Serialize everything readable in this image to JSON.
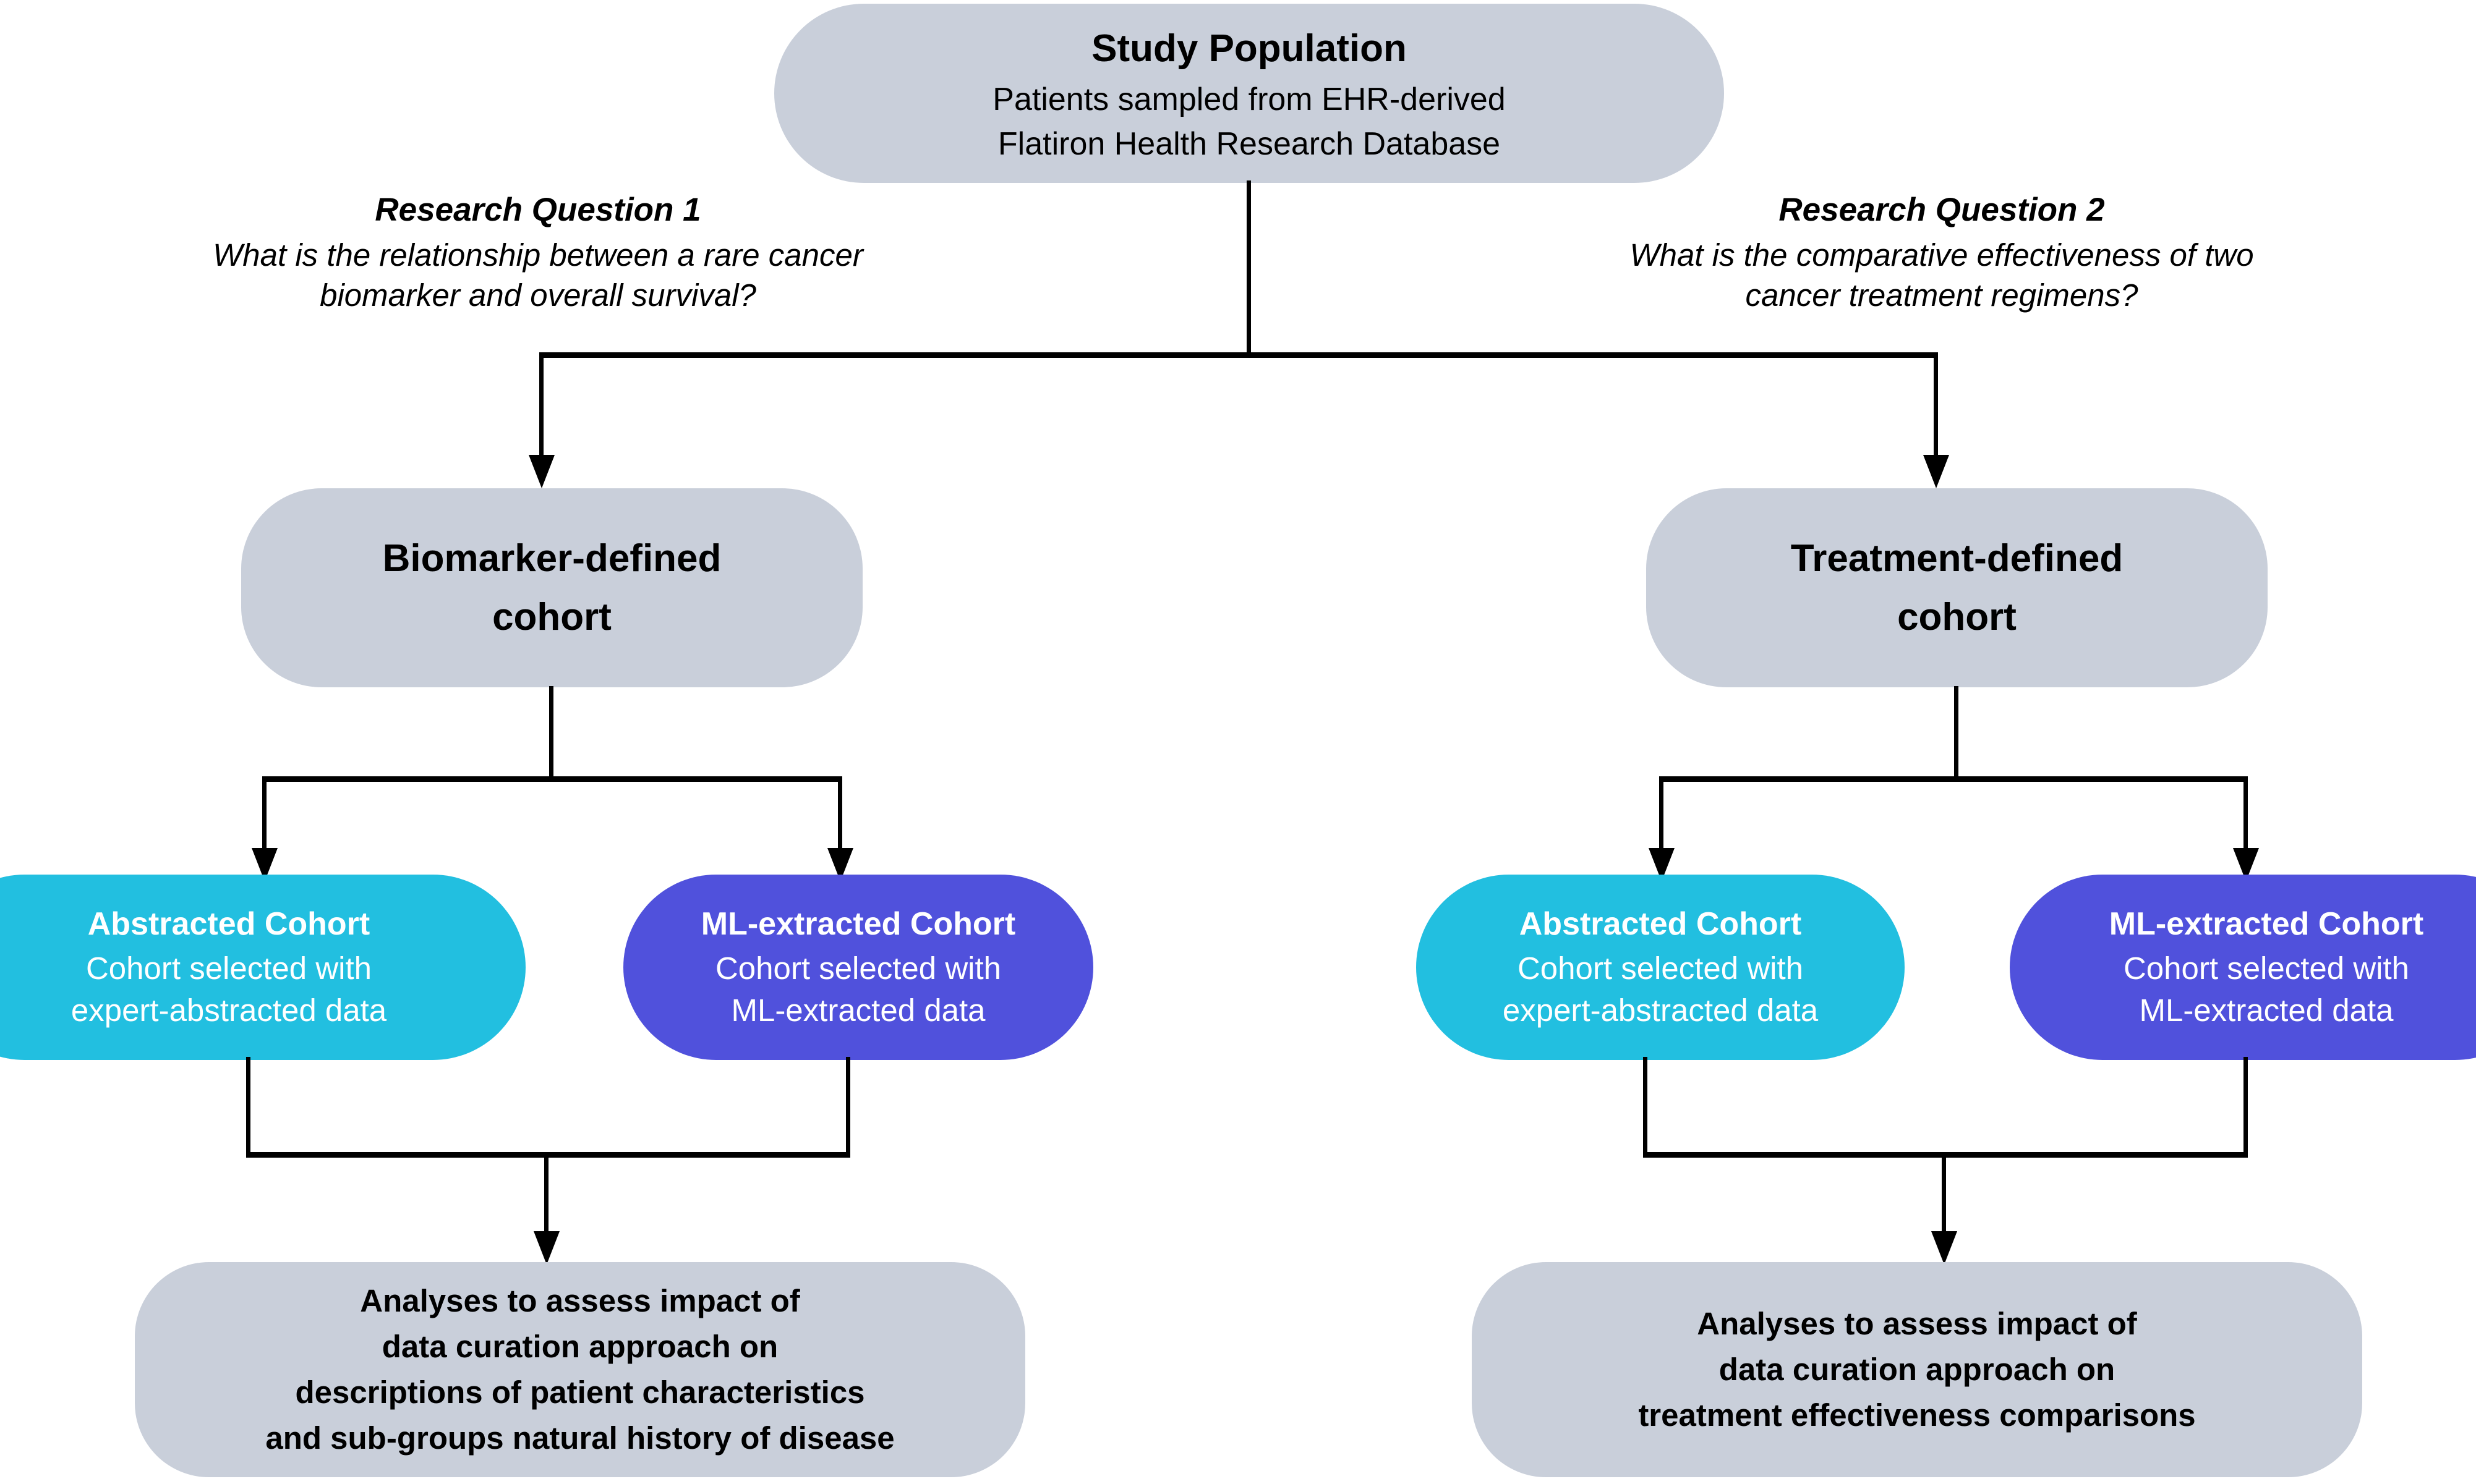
{
  "diagram": {
    "title": "Study design flow diagram",
    "colors": {
      "grey_node": "#c9cfda",
      "cyan_node": "#22bfe0",
      "purple_node": "#5051dc",
      "connector": "#000000",
      "background": "#ffffff",
      "dark_text": "#000000",
      "light_text": "#ffffff"
    }
  },
  "study_population": {
    "title": "Study Population",
    "line1": "Patients sampled from EHR-derived",
    "line2": "Flatiron Health Research Database"
  },
  "research_questions": [
    {
      "label": "Research Question 1",
      "line1": "What is the relationship between a rare cancer",
      "line2": "biomarker and overall survival?"
    },
    {
      "label": "Research Question 2",
      "line1": "What is the comparative effectiveness of two",
      "line2": "cancer treatment regimens?"
    }
  ],
  "cohorts": [
    {
      "line1": "Biomarker-defined",
      "line2": "cohort"
    },
    {
      "line1": "Treatment-defined",
      "line2": "cohort"
    }
  ],
  "data_cohorts": {
    "abstracted": {
      "title": "Abstracted Cohort",
      "line1": "Cohort selected with",
      "line2": "expert-abstracted data"
    },
    "ml_extracted": {
      "title": "ML-extracted Cohort",
      "line1": "Cohort selected with",
      "line2": "ML-extracted data"
    }
  },
  "analyses": [
    {
      "line1": "Analyses to assess impact of",
      "line2": "data curation approach on",
      "line3": "descriptions of patient characteristics",
      "line4": "and sub-groups natural history of disease"
    },
    {
      "line1": "Analyses to assess impact of",
      "line2": "data curation approach on",
      "line3": "treatment effectiveness comparisons",
      "line4": ""
    }
  ]
}
